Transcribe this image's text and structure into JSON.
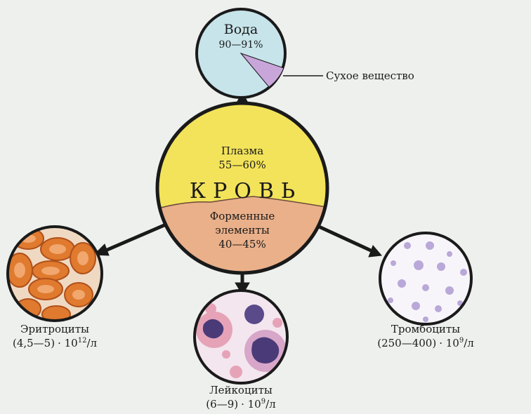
{
  "colors": {
    "background": "#eef0ee",
    "water": "#c6e4ea",
    "dry_matter": "#c9a6da",
    "plasma": "#f3e35a",
    "formed": "#eab08a",
    "outline": "#1a1a1a",
    "erythrocyte": "#e07a2e",
    "leukocyte_nucleus": "#4a3a78",
    "leukocyte_cell": "#e6a3b8",
    "platelet": "#b9a8d8"
  },
  "water": {
    "title": "Вода",
    "percent": "90—91%",
    "dry_label": "Сухое вещество"
  },
  "blood": {
    "plasma_title": "Плазма",
    "plasma_percent": "55—60%",
    "name": "КРОВЬ",
    "formed_line1": "Форменные",
    "formed_line2": "элементы",
    "formed_percent": "40—45%"
  },
  "erythrocytes": {
    "name": "Эритроциты",
    "count": "(4,5—5)",
    "multiplier": "· 10",
    "exponent": "12",
    "unit": "/л"
  },
  "leukocytes": {
    "name": "Лейкоциты",
    "count": "(6—9)",
    "multiplier": "· 10",
    "exponent": "9",
    "unit": "/л"
  },
  "platelets": {
    "name": "Тромбоциты",
    "count": "(250—400)",
    "multiplier": "· 10",
    "exponent": "9",
    "unit": "/л"
  }
}
